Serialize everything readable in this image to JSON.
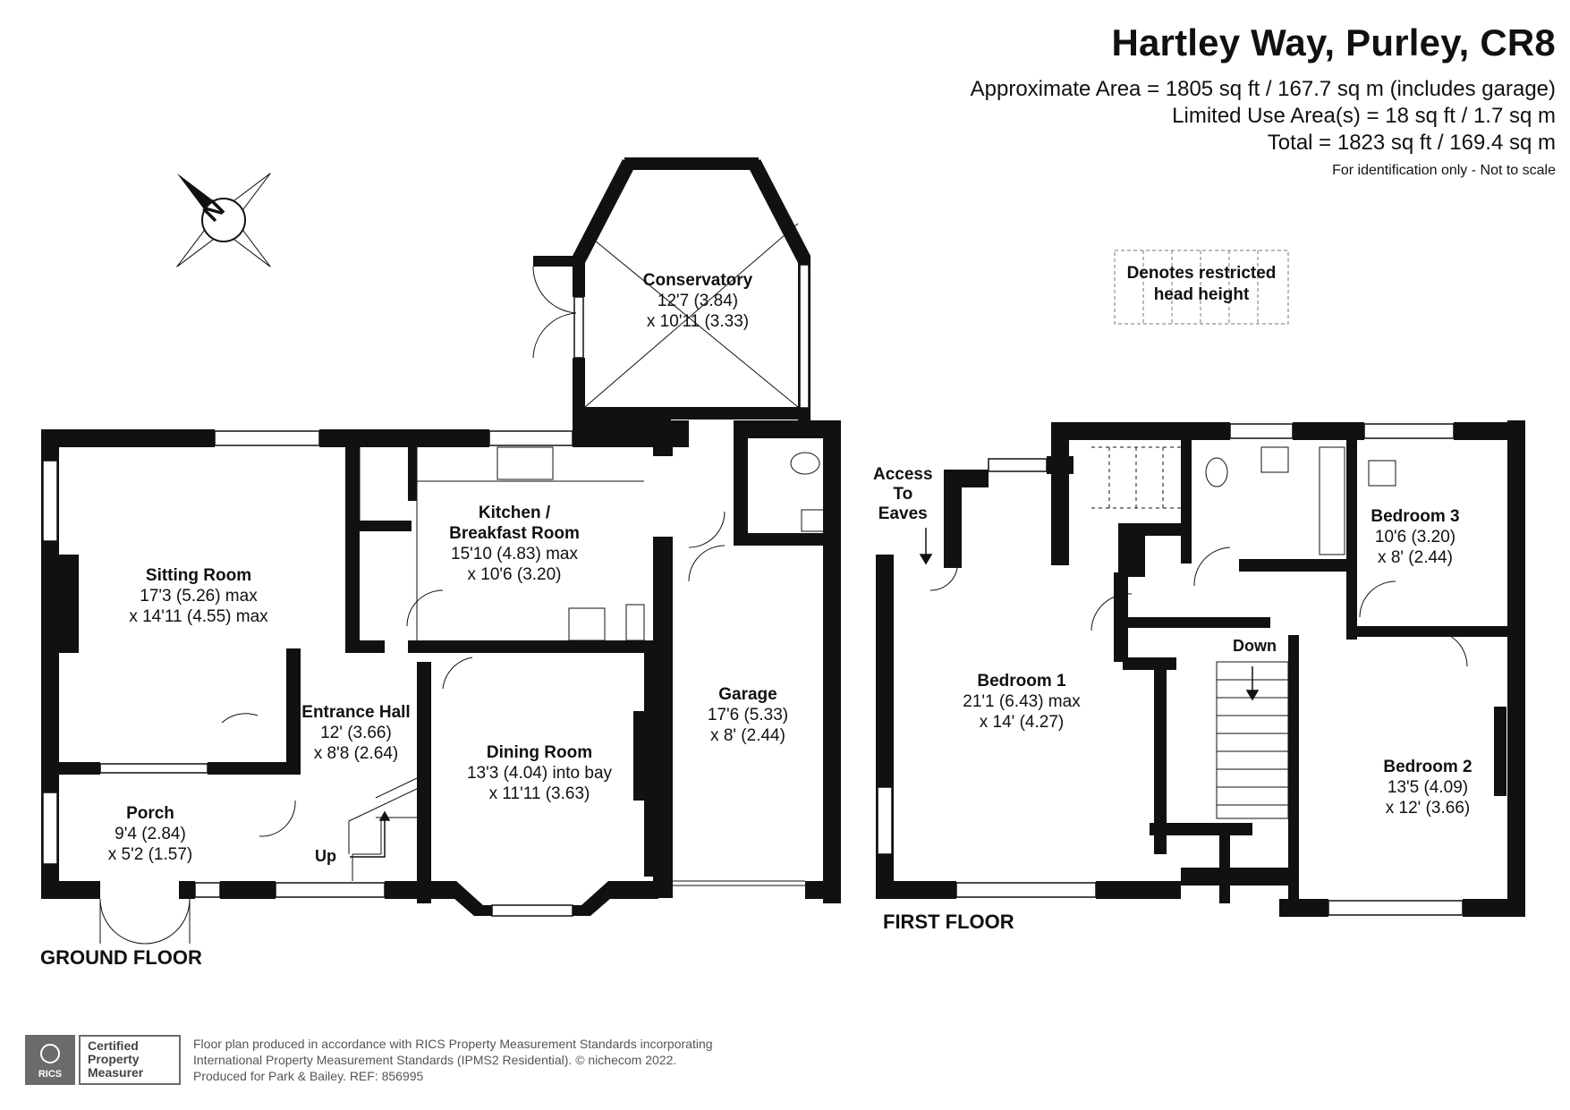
{
  "header": {
    "title": "Hartley Way, Purley, CR8",
    "approx_area": "Approximate Area = 1805 sq ft / 167.7 sq m (includes garage)",
    "limited_use": "Limited Use Area(s) = 18 sq ft / 1.7 sq m",
    "total": "Total = 1823 sq ft / 169.4 sq m",
    "note": "For identification only - Not to scale"
  },
  "compass": {
    "letter": "N"
  },
  "legend": {
    "line1": "Denotes restricted",
    "line2": "head height"
  },
  "ground_floor": {
    "label": "GROUND FLOOR",
    "rooms": {
      "conservatory": {
        "name": "Conservatory",
        "dim1": "12'7 (3.84)",
        "dim2": "x 10'11 (3.33)"
      },
      "sitting": {
        "name": "Sitting Room",
        "dim1": "17'3 (5.26) max",
        "dim2": "x 14'11 (4.55) max"
      },
      "kitchen": {
        "name1": "Kitchen /",
        "name2": "Breakfast Room",
        "dim1": "15'10 (4.83) max",
        "dim2": "x 10'6 (3.20)"
      },
      "garage": {
        "name": "Garage",
        "dim1": "17'6 (5.33)",
        "dim2": "x 8' (2.44)"
      },
      "hall": {
        "name": "Entrance Hall",
        "dim1": "12' (3.66)",
        "dim2": "x 8'8 (2.64)"
      },
      "dining": {
        "name": "Dining Room",
        "dim1": "13'3 (4.04) into bay",
        "dim2": "x 11'11 (3.63)"
      },
      "porch": {
        "name": "Porch",
        "dim1": "9'4 (2.84)",
        "dim2": "x 5'2 (1.57)"
      }
    },
    "stairs_label": "Up"
  },
  "first_floor": {
    "label": "FIRST FLOOR",
    "eaves": {
      "line1": "Access",
      "line2": "To",
      "line3": "Eaves"
    },
    "rooms": {
      "bed1": {
        "name": "Bedroom 1",
        "dim1": "21'1 (6.43) max",
        "dim2": "x 14' (4.27)"
      },
      "bed2": {
        "name": "Bedroom 2",
        "dim1": "13'5 (4.09)",
        "dim2": "x 12' (3.66)"
      },
      "bed3": {
        "name": "Bedroom 3",
        "dim1": "10'6 (3.20)",
        "dim2": "x 8' (2.44)"
      }
    },
    "stairs_label": "Down"
  },
  "footer": {
    "rics": "RICS",
    "cert1": "Certified",
    "cert2": "Property",
    "cert3": "Measurer",
    "line1": "Floor plan produced in accordance with RICS Property Measurement Standards incorporating",
    "line2": "International Property Measurement Standards (IPMS2 Residential).   © nichecom 2022.",
    "line3": "Produced for Park & Bailey.   REF:  856995"
  }
}
